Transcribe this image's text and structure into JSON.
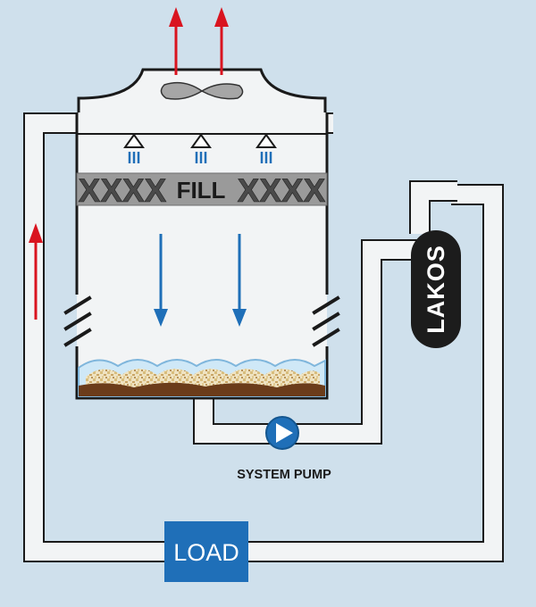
{
  "diagram": {
    "fill_label": "FILL",
    "fill_pattern": "XXXX",
    "pump_label": "SYSTEM PUMP",
    "load_label": "LOAD",
    "filter_brand": "LAKOS"
  },
  "colors": {
    "background": "#cfe0ec",
    "pipe": "#f2f4f5",
    "outline": "#1a1a1a",
    "hot_arrow": "#d9141f",
    "flow_arrow": "#1f6fb8",
    "pump": "#1f6fb8",
    "load_box": "#1f6fb8",
    "filter": "#1c1c1c",
    "fill_band": "#9a9a9a",
    "sediment": "#6b3c1a"
  },
  "icons": {
    "fan": "fan-icon",
    "spray_nozzle": "spray-nozzle-icon",
    "pump": "pump-icon",
    "louver": "louver-icon"
  }
}
